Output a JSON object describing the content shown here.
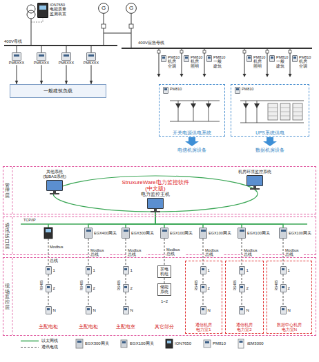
{
  "diagram": {
    "nodes": [
      {
        "text": [
          "ION7650 电能质量 监测装置"
        ]
      },
      {
        "text": [
          "G"
        ]
      },
      {
        "text": [
          "G"
        ]
      },
      {
        "text": [
          "PM5XXX"
        ]
      },
      {
        "text": [
          "PM5XXX"
        ]
      },
      {
        "text": [
          "PM5XXX"
        ]
      },
      {
        "text": [
          "PM5XXX"
        ]
      },
      {
        "text": [
          "一般建筑负载"
        ]
      },
      {
        "text": [
          "PM810",
          "机房 空调"
        ]
      },
      {
        "text": [
          "PM810",
          "机房 照明"
        ]
      },
      {
        "text": [
          "PM810",
          "一般 建筑"
        ]
      },
      {
        "text": [
          "PM810",
          "机房 照明"
        ]
      },
      {
        "text": [
          "PM810",
          "一般 建筑"
        ]
      },
      {
        "text": [
          "PM810",
          "机房 空调"
        ]
      },
      {
        "text": [
          "开关电源供电系统"
        ]
      },
      {
        "text": [
          "PM810"
        ],
        "in": 14
      },
      {
        "text": [
          "UPS系统供电"
        ]
      },
      {
        "text": [
          "PM810"
        ],
        "in": 16
      },
      {
        "text": [
          "管理层"
        ]
      },
      {
        "text": [
          "其他系统 (如BAS系统)"
        ],
        "in": 18
      },
      {
        "text": [
          "StruxureWare电力监控软件 (中文版)",
          "电力监控主机"
        ],
        "in": 18
      },
      {
        "text": [
          "机房环境监控系统"
        ],
        "in": 18
      },
      {
        "text": [
          "通讯接口层"
        ]
      },
      {
        "text": [
          "EGX400网关"
        ],
        "in": 22
      },
      {
        "text": [
          "EGX300网关"
        ],
        "in": 22
      },
      {
        "text": [
          "EGX100网关"
        ],
        "in": 22
      },
      {
        "text": [
          "EGX100网关"
        ],
        "in": 22
      },
      {
        "text": [
          "EGX100网关"
        ],
        "in": 22
      },
      {
        "text": [
          "EGX100网关"
        ],
        "in": 22
      },
      {
        "text": [
          "现场监控层"
        ]
      },
      {
        "text": [
          "1"
        ],
        "in": 29
      },
      {
        "text": [
          "2"
        ],
        "in": 29
      },
      {
        "text": [
          "N"
        ],
        "in": 29
      },
      {
        "text": [
          "1"
        ],
        "in": 29
      },
      {
        "text": [
          "2"
        ],
        "in": 29
      },
      {
        "text": [
          "N"
        ],
        "in": 29
      },
      {
        "text": [
          "1"
        ],
        "in": 29
      },
      {
        "text": [
          "2"
        ],
        "in": 29
      },
      {
        "text": [
          "N"
        ],
        "in": 29
      },
      {
        "text": [
          "发电 机组"
        ],
        "in": 29
      },
      {
        "text": [
          "储能 系统"
        ],
        "in": 29
      },
      {
        "text": [
          "通信机房 电力室1"
        ],
        "in": 29
      },
      {
        "text": [
          "1"
        ],
        "in": 41
      },
      {
        "text": [
          "2"
        ],
        "in": 41
      },
      {
        "text": [
          "N"
        ],
        "in": 41
      },
      {
        "text": [
          "通信机房 电力室2"
        ],
        "in": 29
      },
      {
        "text": [
          "1"
        ],
        "in": 45
      },
      {
        "text": [
          "2"
        ],
        "in": 45
      },
      {
        "text": [
          "N"
        ],
        "in": 45
      },
      {
        "text": [
          "数据中心机房 电力室N"
        ],
        "in": 29
      },
      {
        "text": [
          "1"
        ],
        "in": 49
      },
      {
        "text": [
          "2"
        ],
        "in": 49
      },
      {
        "text": [
          "N"
        ],
        "in": 49
      }
    ],
    "edges": [
      {
        "from": 3,
        "to": 7,
        "arrow": "to"
      },
      {
        "from": 4,
        "to": 7,
        "arrow": "to"
      },
      {
        "from": 5,
        "to": 7,
        "arrow": "to"
      },
      {
        "from": 6,
        "to": 7,
        "arrow": "to"
      },
      {
        "from": 20,
        "to": 23,
        "arrow": "none"
      },
      {
        "from": 20,
        "to": 24,
        "arrow": "none"
      },
      {
        "from": 20,
        "to": 25,
        "arrow": "none"
      },
      {
        "from": 20,
        "to": 26,
        "arrow": "none"
      },
      {
        "from": 20,
        "to": 27,
        "arrow": "none"
      },
      {
        "from": 20,
        "to": 28,
        "arrow": "none"
      },
      {
        "from": 23,
        "to": 33,
        "label": "Modbus 总线",
        "arrow": "none"
      },
      {
        "from": 24,
        "to": 36,
        "label": "Modbus 总线",
        "arrow": "none"
      },
      {
        "from": 25,
        "to": 39,
        "label": "Modbus 总线",
        "arrow": "none"
      },
      {
        "from": 26,
        "to": 42,
        "label": "Modbus 总线",
        "arrow": "none"
      },
      {
        "from": 27,
        "to": 46,
        "label": "Modbus 总线",
        "arrow": "none"
      },
      {
        "from": 28,
        "to": 50,
        "label": "Modbus 总线",
        "arrow": "none"
      },
      {
        "from": 30,
        "to": 31,
        "arrow": "none"
      },
      {
        "from": 31,
        "to": 32,
        "arrow": "none"
      },
      {
        "from": 33,
        "to": 34,
        "arrow": "none"
      },
      {
        "from": 34,
        "to": 35,
        "arrow": "none"
      },
      {
        "from": 36,
        "to": 37,
        "arrow": "none"
      },
      {
        "from": 37,
        "to": 38,
        "arrow": "none"
      },
      {
        "from": 39,
        "to": 40,
        "arrow": "none"
      },
      {
        "from": 42,
        "to": 43,
        "arrow": "none"
      },
      {
        "from": 43,
        "to": 44,
        "arrow": "none"
      },
      {
        "from": 46,
        "to": 47,
        "arrow": "none"
      },
      {
        "from": 47,
        "to": 48,
        "arrow": "none"
      },
      {
        "from": 50,
        "to": 51,
        "arrow": "none"
      },
      {
        "from": 51,
        "to": 52,
        "arrow": "none"
      }
    ],
    "labels": [
      "400V母线",
      "400V应急母线",
      "电信机房设备",
      "数据机房设备",
      "TCP/IP",
      "Modbus",
      "总线",
      "RS485",
      "RS485",
      "RS485",
      "RS485",
      "RS485",
      "RS485",
      "主配电柜",
      "主配电柜",
      "主配电室",
      "其它部分",
      "1~2"
    ],
    "legend": [
      {
        "text": "以太网线"
      },
      {
        "text": "通讯电缆"
      },
      {
        "text": "EGX300网关"
      },
      {
        "text": "EGX100网关"
      },
      {
        "text": "ION7650"
      },
      {
        "text": "PM810"
      },
      {
        "text": "iEM3000"
      }
    ]
  }
}
